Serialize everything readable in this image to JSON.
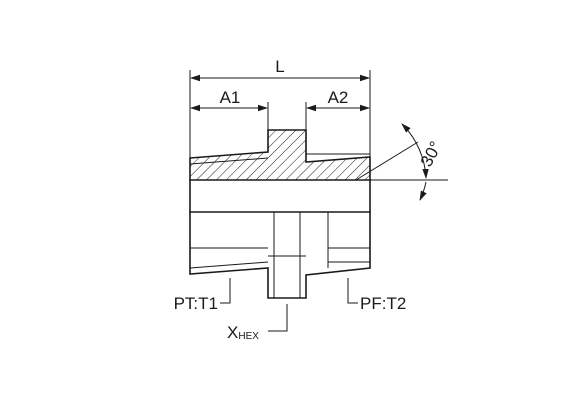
{
  "drawing": {
    "labels": {
      "length": "L",
      "a1": "A1",
      "a2": "A2",
      "angle": "30°",
      "thread_left": "PT:T1",
      "thread_right": "PF:T2",
      "hex_main": "X",
      "hex_sub": "HEX"
    },
    "colors": {
      "line": "#1a1a1a",
      "background": "#ffffff"
    }
  }
}
